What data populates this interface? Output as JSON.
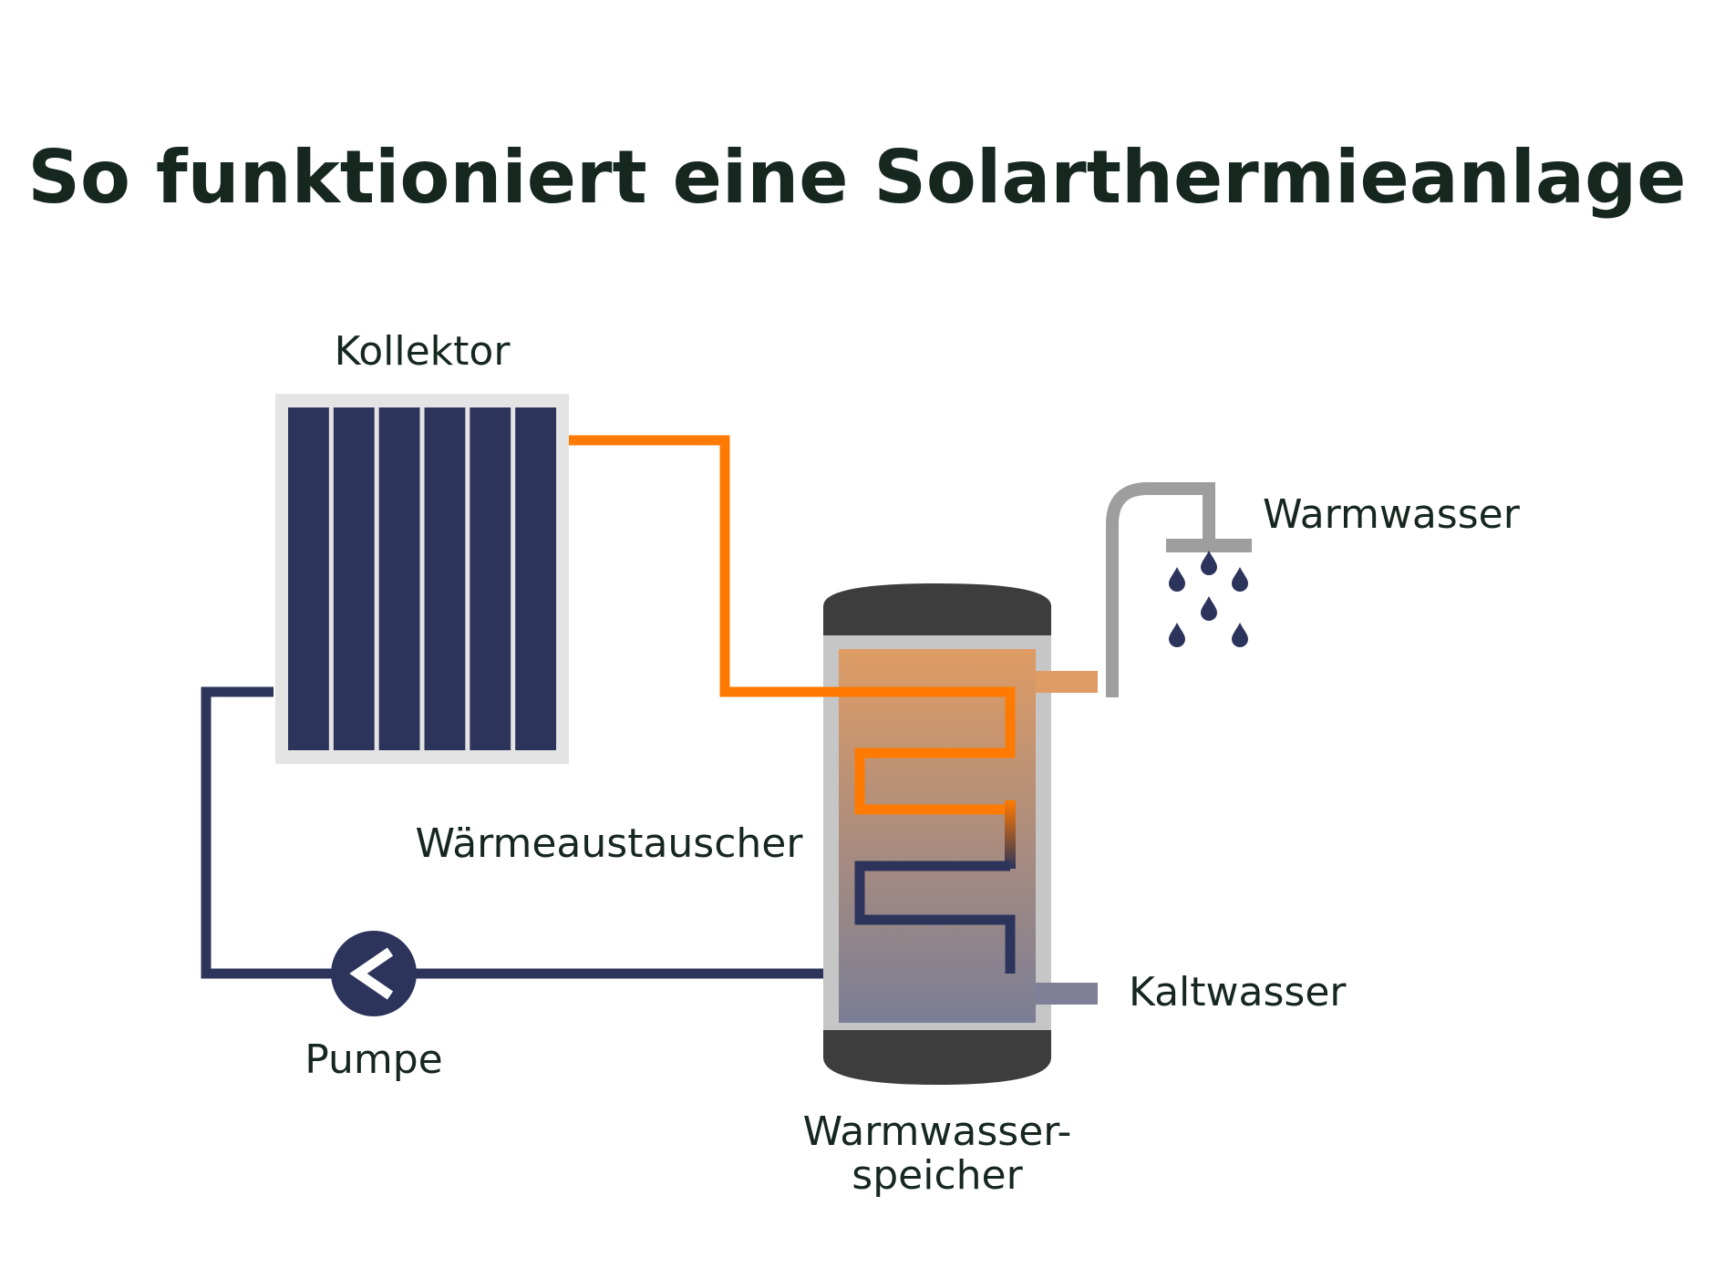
{
  "title": "So funktioniert eine Solarthermieanlage",
  "labels": {
    "collector": "Kollektor",
    "hot_water": "Warmwasser",
    "heat_exchanger": "Wärmeaustauscher",
    "cold_water": "Kaltwasser",
    "pump": "Pumpe",
    "storage_line1": "Warmwasser-",
    "storage_line2": "speicher"
  },
  "colors": {
    "hot_pipe": "#ff7a00",
    "cold_pipe": "#2d345c",
    "collector_panel": "#2d345c",
    "collector_frame": "#e4e4e4",
    "tank_cap": "#3d3d3d",
    "tank_wall": "#c6c6c6",
    "tank_top": "#df9c64",
    "tank_bottom": "#7a7e96",
    "shower_pipe": "#9e9e9e",
    "hot_outlet": "#df9c64",
    "cold_inlet": "#7f7f98",
    "drops": "#2d345c",
    "text": "#16271f"
  },
  "icons": {
    "pump": "pump-chevron-left-icon",
    "shower": "shower-head-icon",
    "drop": "water-drop-icon"
  }
}
